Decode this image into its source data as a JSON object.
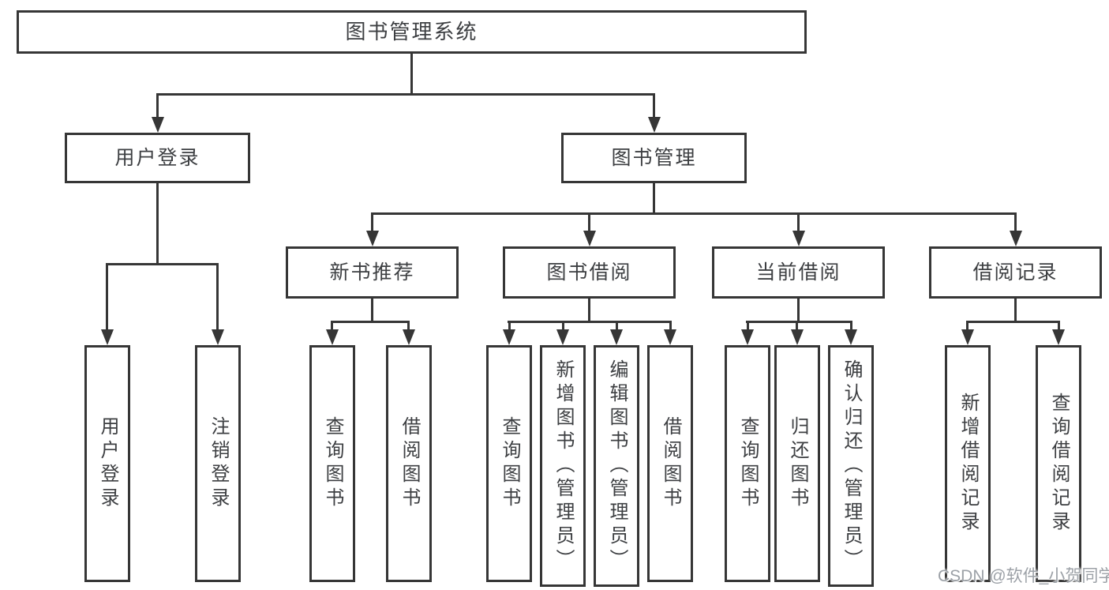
{
  "tree": {
    "label": "图书管理系统",
    "children": [
      {
        "label": "用户登录",
        "children": [
          {
            "label": "用户登录"
          },
          {
            "label": "注销登录"
          }
        ]
      },
      {
        "label": "图书管理",
        "children": [
          {
            "label": "新书推荐",
            "children": [
              {
                "label": "查询图书"
              },
              {
                "label": "借阅图书"
              }
            ]
          },
          {
            "label": "图书借阅",
            "children": [
              {
                "label": "查询图书"
              },
              {
                "label": "新增图书（管理员）"
              },
              {
                "label": "编辑图书（管理员）"
              },
              {
                "label": "借阅图书"
              }
            ]
          },
          {
            "label": "当前借阅",
            "children": [
              {
                "label": "查询图书"
              },
              {
                "label": "归还图书"
              },
              {
                "label": "确认归还（管理员）"
              }
            ]
          },
          {
            "label": "借阅记录",
            "children": [
              {
                "label": "新增借阅记录"
              },
              {
                "label": "查询借阅记录"
              }
            ]
          }
        ]
      }
    ]
  },
  "watermark": {
    "text": "CSDN @软件_小贺同学"
  },
  "colors": {
    "line": "#363636",
    "text": "#3d3f42",
    "watermark": "#9ca1a7",
    "background": "#ffffff"
  }
}
